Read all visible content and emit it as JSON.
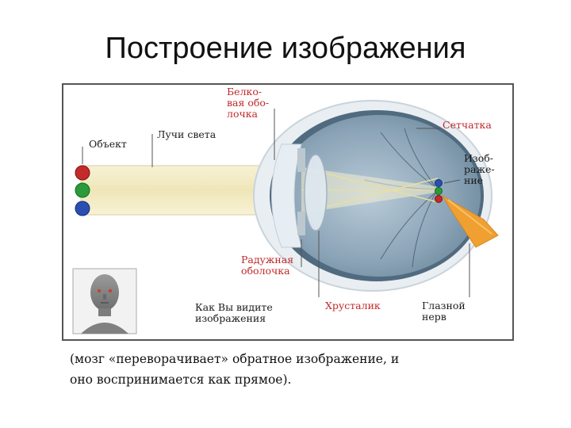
{
  "title": "Построение изображения",
  "diagram": {
    "labels": {
      "object": "Объект",
      "light_rays": "Лучи света",
      "sclera": "Белко-\nвая обо-\nлочка",
      "retina": "Сетчатка",
      "image": "Изоб-\nраже-\nние",
      "iris": "Радужная\nоболочка",
      "how_you_see": "Как Вы видите\nизображения",
      "lens": "Хрусталик",
      "optic_nerve": "Глазной\nнерв"
    },
    "colors": {
      "label_red": "#c0282a",
      "label_black": "#1a1a1a",
      "beam": "#f3ecc4",
      "eyeball": "#8fa7b8",
      "nerve": "#f0a030",
      "sclera": "#e9eef2"
    }
  },
  "caption": "(мозг «переворачивает» обратное изображение, и\nоно воспринимается как прямое)."
}
